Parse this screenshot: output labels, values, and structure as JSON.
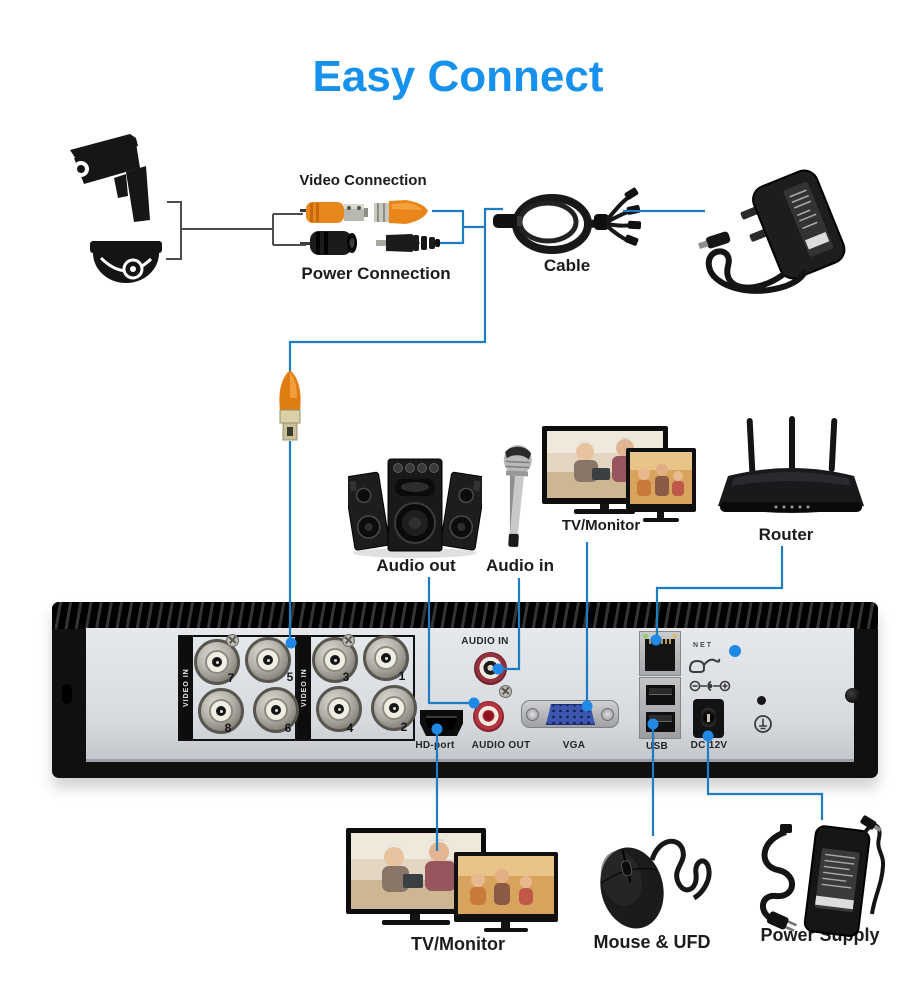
{
  "title": {
    "text": "Easy Connect"
  },
  "colors": {
    "title_blue": "#1691ee",
    "wire_blue": "#1e7cc0",
    "dot_blue": "#2089e5",
    "wire_gray": "#4d4d4d",
    "dvr_face": "#d9dce0"
  },
  "labels": {
    "video_connection": "Video Connection",
    "power_connection": "Power Connection",
    "cable": "Cable",
    "audio_out": "Audio out",
    "audio_in": "Audio in",
    "tv_monitor_top": "TV/Monitor",
    "router": "Router",
    "tv_monitor_bottom": "TV/Monitor",
    "mouse_ufd": "Mouse & UFD",
    "power_supply": "Power Supply"
  },
  "dvr": {
    "video_in_left": "VIDEO IN",
    "video_in_right": "VIDEO IN",
    "left_ports": [
      "7",
      "5",
      "8",
      "6"
    ],
    "right_ports": [
      "3",
      "1",
      "4",
      "2"
    ],
    "audio_in_label": "AUDIO IN",
    "audio_out_label": "AUDIO OUT",
    "hd_port_label": "HD-port",
    "vga_label": "VGA",
    "usb_label": "USB",
    "dc_label": "DC 12V",
    "net_label": "NET"
  }
}
